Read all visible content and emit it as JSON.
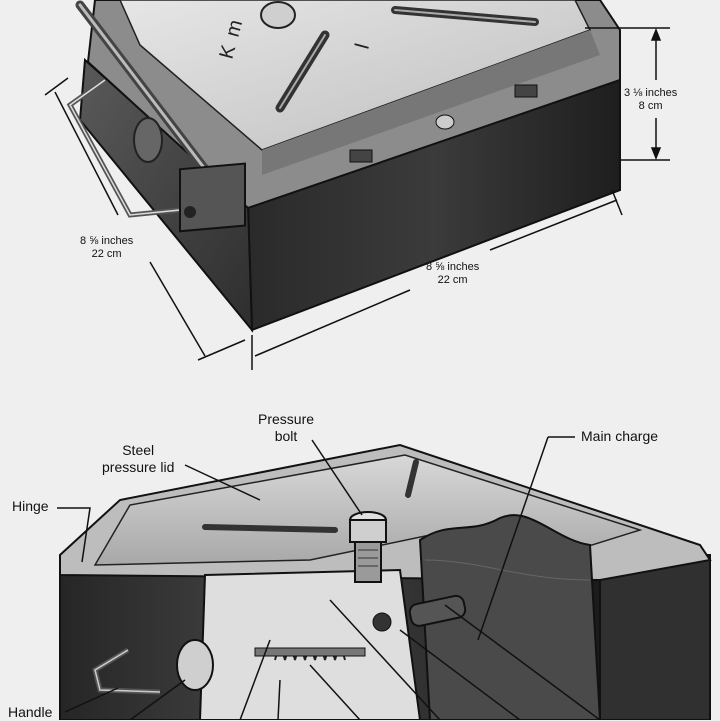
{
  "dimensions": {
    "height": {
      "imperial": "3 ⅛ inches",
      "metric": "8 cm"
    },
    "left_side": {
      "imperial": "8 ⅝ inches",
      "metric": "22 cm"
    },
    "front_side": {
      "imperial": "8 ⅝ inches",
      "metric": "22 cm"
    }
  },
  "lid_markings": [
    "K",
    "m",
    "l"
  ],
  "labels": {
    "pressure_bolt": [
      "Pressure",
      "bolt"
    ],
    "steel_pressure_lid": [
      "Steel",
      "pressure lid"
    ],
    "main_charge": "Main charge",
    "hinge": "Hinge",
    "handle": "Handle"
  }
}
